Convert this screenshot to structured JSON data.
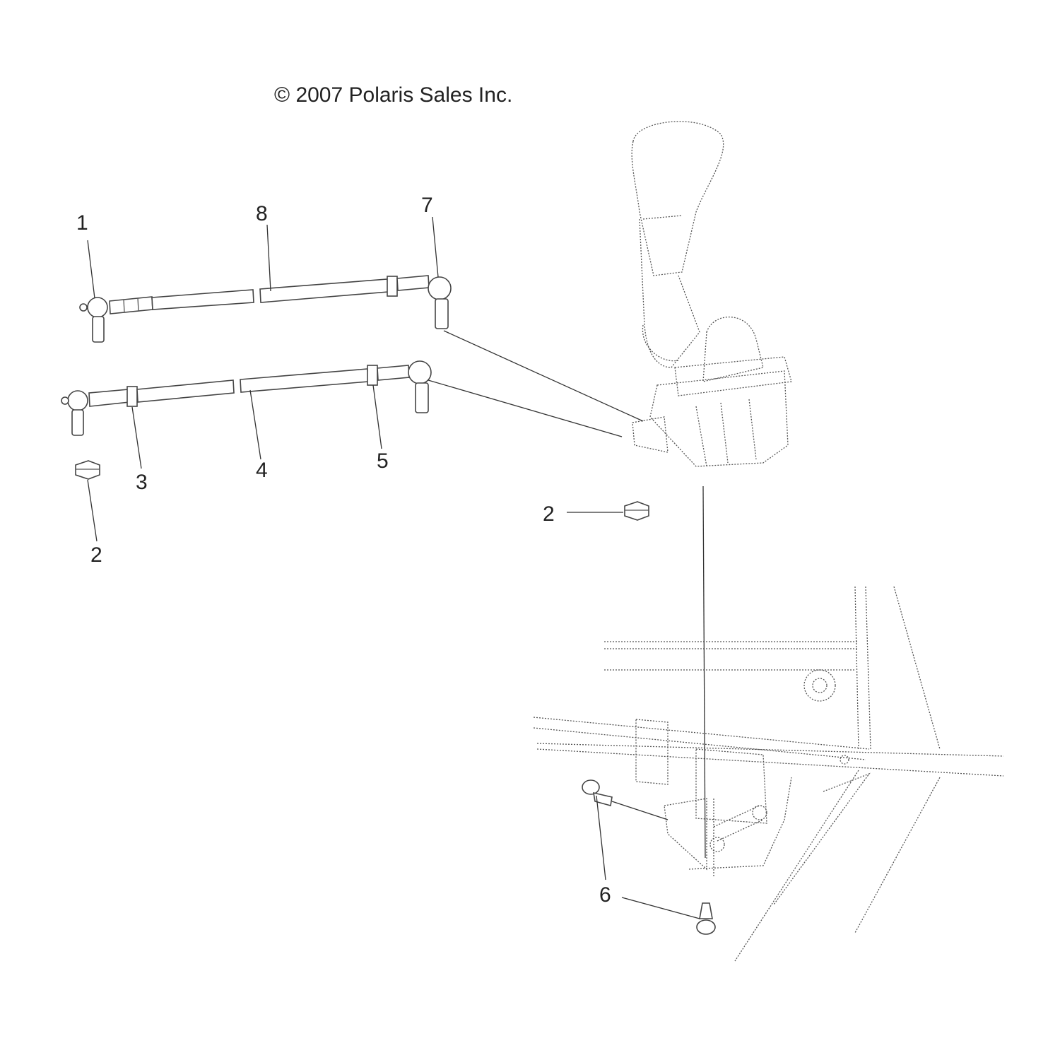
{
  "copyright": "© 2007 Polaris Sales Inc.",
  "callouts": [
    {
      "id": "c1",
      "label": "1"
    },
    {
      "id": "c8",
      "label": "8"
    },
    {
      "id": "c7",
      "label": "7"
    },
    {
      "id": "c3",
      "label": "3"
    },
    {
      "id": "c4",
      "label": "4"
    },
    {
      "id": "c5",
      "label": "5"
    },
    {
      "id": "c2a",
      "label": "2"
    },
    {
      "id": "c2b",
      "label": "2"
    },
    {
      "id": "c6",
      "label": "6"
    }
  ]
}
